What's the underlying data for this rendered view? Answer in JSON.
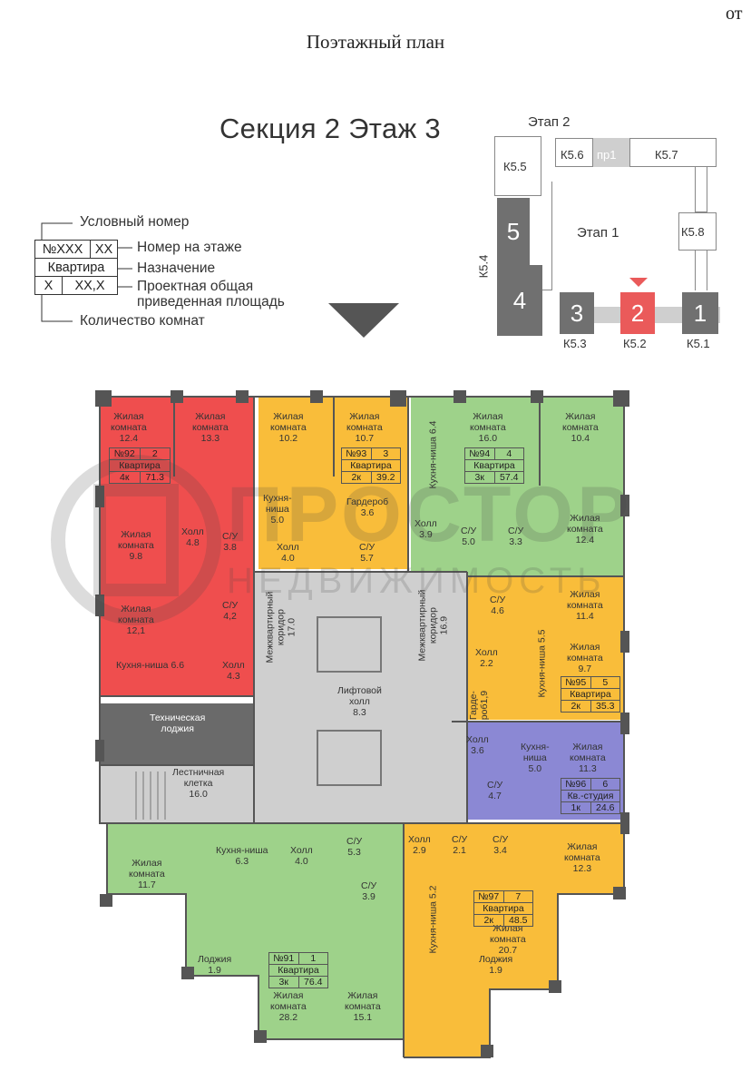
{
  "header": {
    "corner_text": "от",
    "doc_title": "Поэтажный план",
    "section_title": "Секция 2 Этаж 3"
  },
  "legend": {
    "labels": [
      "Условный номер",
      "Номер на этаже",
      "Назначение",
      "Проектная общая",
      "приведенная площадь",
      "Количество комнат"
    ],
    "sample": {
      "number": "№XXX",
      "floor_no": "XX",
      "purpose": "Квартира",
      "rooms": "X",
      "area": "XX,X"
    }
  },
  "site_map": {
    "stage2": "Этап 2",
    "stage1": "Этап 1",
    "sections": [
      "5",
      "4",
      "3",
      "2",
      "1"
    ],
    "labels": [
      "К5.5",
      "К5.6",
      "пр1",
      "К5.7",
      "К5.8",
      "К5.4",
      "К5.3",
      "К5.2",
      "К5.1"
    ],
    "colors": {
      "dark": "#707070",
      "active": "#ea5a5a",
      "light": "#cfcfcf"
    }
  },
  "colors": {
    "red": "#ef4e4e",
    "yellow": "#f9bd3a",
    "green": "#9ed28a",
    "purple": "#8b88d4",
    "grey": "#cfcfcf",
    "dark": "#6a6a6a"
  },
  "rooms": [
    [
      "Жилая",
      "комната",
      "12.4"
    ],
    [
      "Жилая",
      "комната",
      "13.3"
    ],
    [
      "Жилая",
      "комната",
      "10.2"
    ],
    [
      "Жилая",
      "комната",
      "10.7"
    ],
    [
      "Жилая",
      "комната",
      "16.0"
    ],
    [
      "Жилая",
      "комната",
      "10.4"
    ],
    [
      "Кухня-",
      "ниша",
      "5.0"
    ],
    [
      "Гардероб",
      "3.6"
    ],
    [
      "Холл",
      "4.8"
    ],
    [
      "С/У",
      "3.8"
    ],
    [
      "Жилая",
      "комната",
      "9.8"
    ],
    [
      "Холл",
      "4.0"
    ],
    [
      "С/У",
      "5.7"
    ],
    [
      "Холл",
      "3.9"
    ],
    [
      "С/У",
      "5.0"
    ],
    [
      "С/У",
      "3.3"
    ],
    [
      "Жилая",
      "комната",
      "12.4"
    ],
    [
      "Кухня-ниша 6.4"
    ],
    [
      "С/У",
      "4.6"
    ],
    [
      "Жилая",
      "комната",
      "11.4"
    ],
    [
      "Жилая",
      "комната",
      "12,1"
    ],
    [
      "С/У",
      "4,2"
    ],
    [
      "Межквартирный",
      "коридор",
      "17.0"
    ],
    [
      "Межквартирный",
      "коридор",
      "16.9"
    ],
    [
      "Холл",
      "2.2"
    ],
    [
      "Кухня-ниша 5.5"
    ],
    [
      "Жилая",
      "комната",
      "9.7"
    ],
    [
      "Кухня-ниша 6.6"
    ],
    [
      "Холл",
      "4.3"
    ],
    [
      "Лифтовой",
      "холл",
      "8.3"
    ],
    [
      "Гарде-",
      "роб1,9"
    ],
    [
      "Техническая",
      "лоджия"
    ],
    [
      "Холл",
      "3.6"
    ],
    [
      "Кухня-",
      "ниша",
      "5.0"
    ],
    [
      "Жилая",
      "комната",
      "11.3"
    ],
    [
      "Лестничная",
      "клетка",
      "16.0"
    ],
    [
      "С/У",
      "4.7"
    ],
    [
      "Жилая",
      "комната",
      "11.7"
    ],
    [
      "Кухня-ниша",
      "6.3"
    ],
    [
      "Холл",
      "4.0"
    ],
    [
      "С/У",
      "5.3"
    ],
    [
      "Холл",
      "2.9"
    ],
    [
      "С/У",
      "2.1"
    ],
    [
      "С/У",
      "3.4"
    ],
    [
      "Жилая",
      "комната",
      "12.3"
    ],
    [
      "С/У",
      "3.9"
    ],
    [
      "Кухня-ниша 5.2"
    ],
    [
      "Жилая",
      "комната",
      "20.7"
    ],
    [
      "Лоджия",
      "1.9"
    ],
    [
      "Лоджия",
      "1.9"
    ],
    [
      "Жилая",
      "комната",
      "28.2"
    ],
    [
      "Жилая",
      "комната",
      "15.1"
    ]
  ],
  "apartments": [
    {
      "number": "№92",
      "floor_no": "2",
      "purpose": "Квартира",
      "rooms": "4к",
      "area": "71.3"
    },
    {
      "number": "№93",
      "floor_no": "3",
      "purpose": "Квартира",
      "rooms": "2к",
      "area": "39.2"
    },
    {
      "number": "№94",
      "floor_no": "4",
      "purpose": "Квартира",
      "rooms": "3к",
      "area": "57.4"
    },
    {
      "number": "№95",
      "floor_no": "5",
      "purpose": "Квартира",
      "rooms": "2к",
      "area": "35.3"
    },
    {
      "number": "№96",
      "floor_no": "6",
      "purpose": "Кв.-студия",
      "rooms": "1к",
      "area": "24.6"
    },
    {
      "number": "№97",
      "floor_no": "7",
      "purpose": "Квартира",
      "rooms": "2к",
      "area": "48.5"
    },
    {
      "number": "№91",
      "floor_no": "1",
      "purpose": "Квартира",
      "rooms": "3к",
      "area": "76.4"
    }
  ],
  "watermark": {
    "line1": "ПРОСТОР",
    "line2": "НЕДВИЖИМОСТЬ"
  }
}
